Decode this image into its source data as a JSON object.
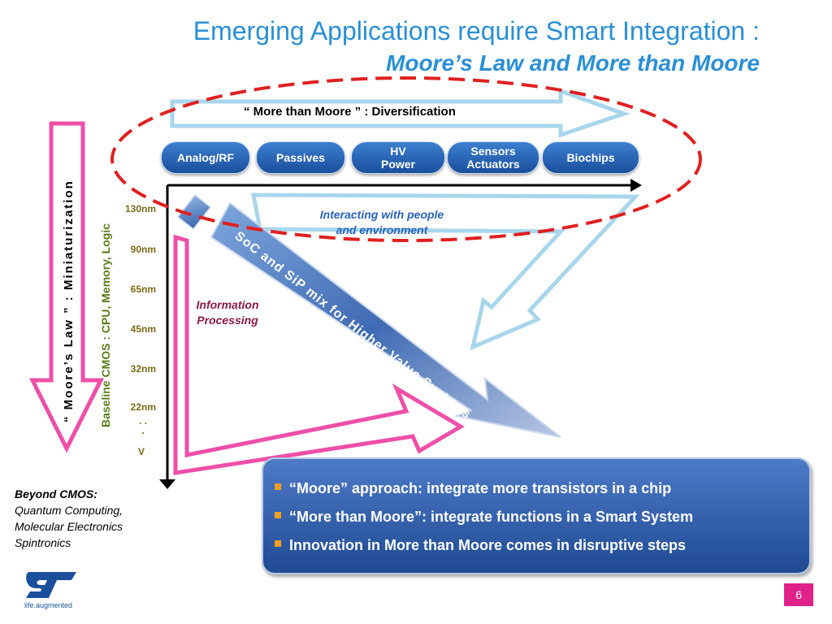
{
  "title": {
    "line1": "Emerging Applications require Smart Integration :",
    "line2": "Moore’s Law and More than Moore"
  },
  "more_than_moore_label": "“ More than Moore ” :  Diversification",
  "pills": [
    {
      "label": "Analog/RF"
    },
    {
      "label": "Passives"
    },
    {
      "label": "HV\nPower"
    },
    {
      "label": "Sensors\nActuators"
    },
    {
      "label": "Biochips"
    }
  ],
  "moores_law_label": "“ Moore’s  Law ” :  Miniaturization",
  "baseline_label": "Baseline CMOS :  CPU, Memory, Logic",
  "nodes": [
    "130nm",
    "90nm",
    "65nm",
    "45nm",
    "32nm",
    "22nm"
  ],
  "node_dots": ". . .",
  "node_end": "V",
  "interacting_label": "Interacting with people\nand environment",
  "information_label": "Information\nProcessing",
  "soc_label": "SoC and SiP mix for Higher Value Systems",
  "beyond": {
    "title": "Beyond CMOS:",
    "lines": [
      "Quantum Computing,",
      "Molecular Electronics",
      "Spintronics"
    ]
  },
  "bullets": [
    "“Moore” approach: integrate more transistors in a chip",
    "“More than Moore”: integrate functions in a Smart System",
    "Innovation in More than Moore comes in disruptive steps"
  ],
  "page_number": "6",
  "logo": {
    "text": "life.augmented",
    "icon": "st-logo-icon"
  },
  "colors": {
    "title": "#2a8fd6",
    "accent_pink": "#ee4fa8",
    "light_blue": "#a8d6ec",
    "dashed_red": "#e02020",
    "box_blue": "#2a5aa8",
    "bullet_square": "#f0a020"
  }
}
